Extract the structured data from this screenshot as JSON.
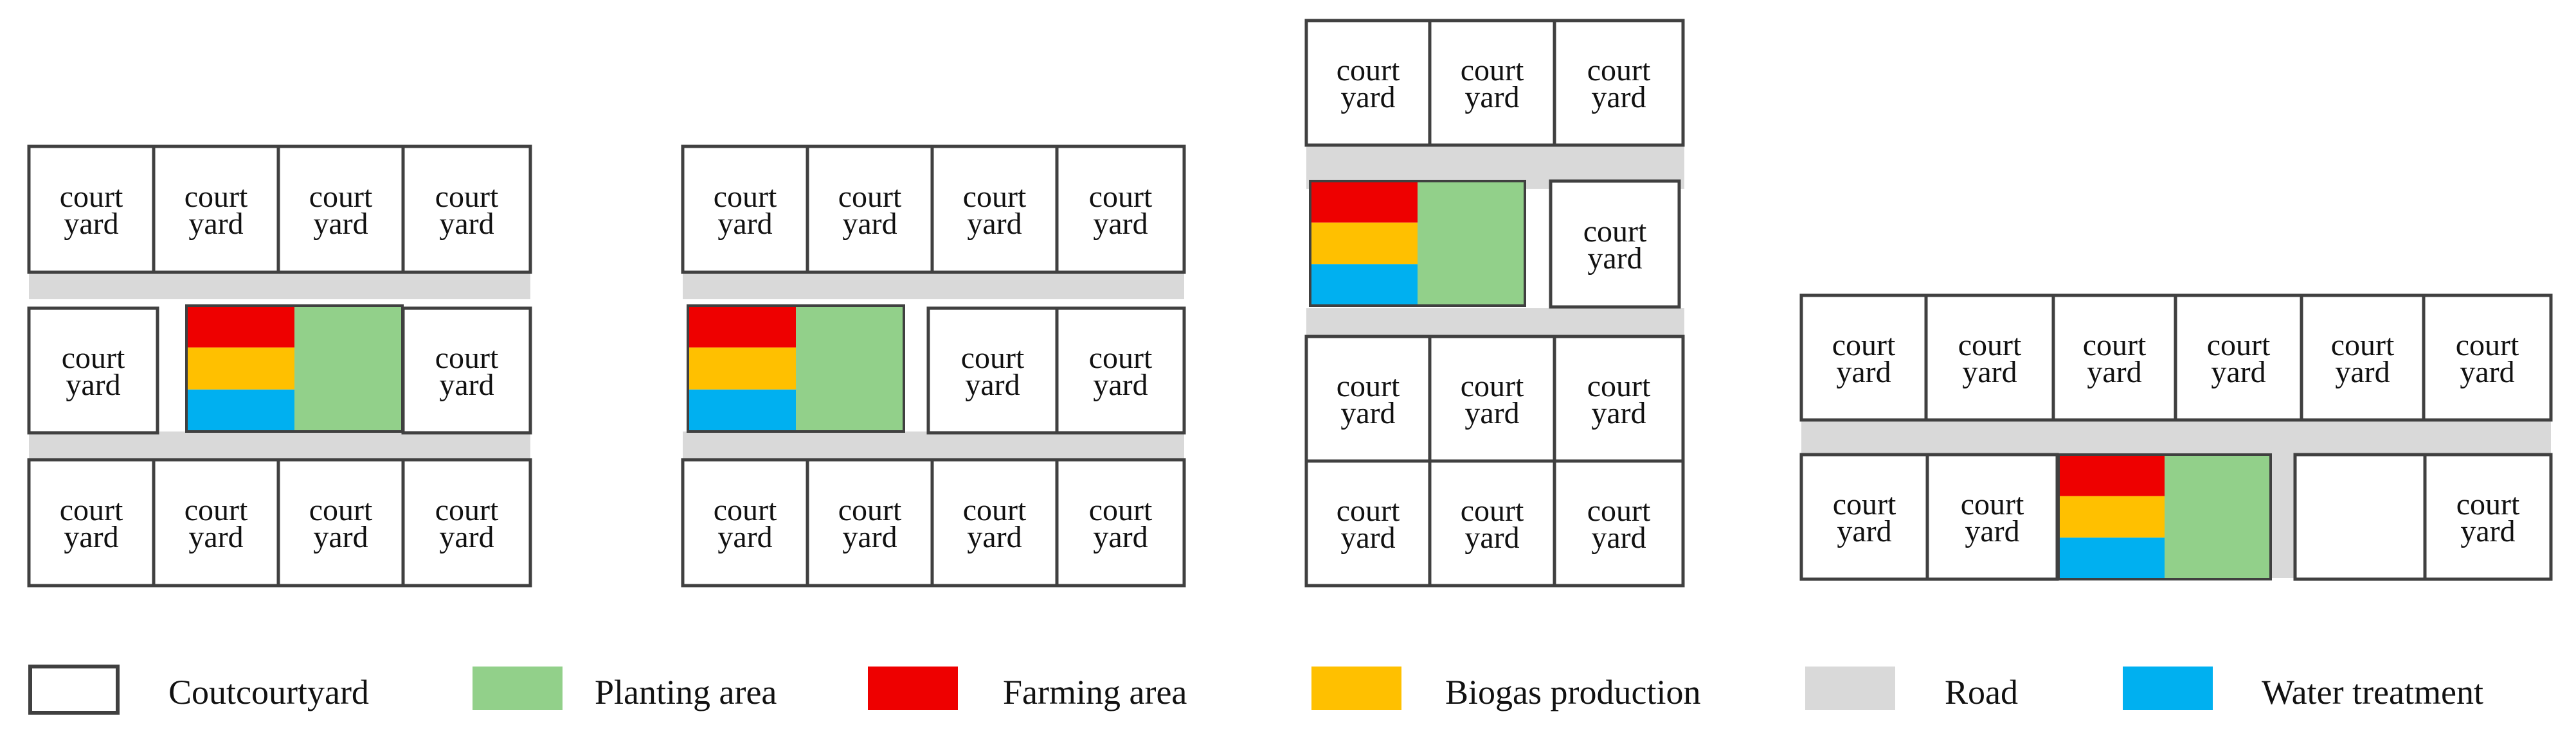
{
  "courtyard_label": {
    "line1": "court",
    "line2": "yard"
  },
  "colors": {
    "road": "#d9d9d9",
    "planting": "#92d08a",
    "farming": "#ee0000",
    "biogas": "#ffc000",
    "water": "#00b0f0",
    "border": "#404040"
  },
  "legend": [
    {
      "key": "courtyard",
      "label": "Coutcourtyard",
      "swatch": "outline"
    },
    {
      "key": "planting",
      "label": "Planting area",
      "swatch": "planting"
    },
    {
      "key": "farming",
      "label": "Farming area",
      "swatch": "farming"
    },
    {
      "key": "biogas",
      "label": "Biogas production",
      "swatch": "biogas"
    },
    {
      "key": "road",
      "label": "Road",
      "swatch": "road"
    },
    {
      "key": "water",
      "label": "Water treatment",
      "swatch": "water"
    }
  ]
}
